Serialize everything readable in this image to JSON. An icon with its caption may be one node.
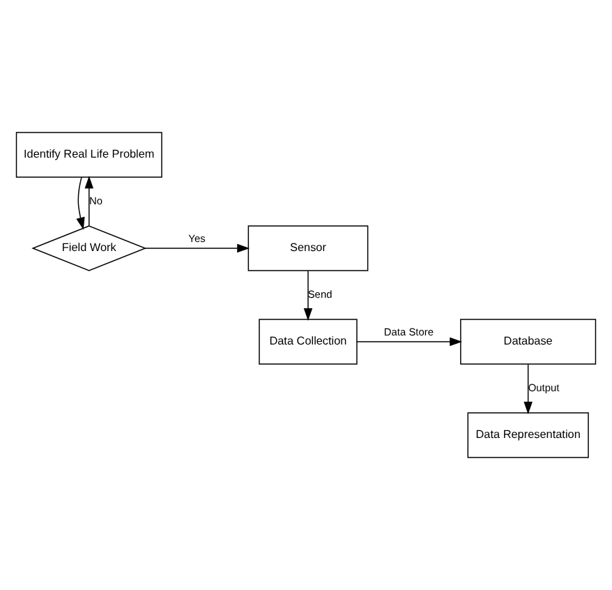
{
  "diagram": {
    "nodes": [
      {
        "text": [
          "Identify Real Life Problem"
        ]
      },
      {
        "text": [
          "Field Work"
        ]
      },
      {
        "text": [
          "Sensor"
        ]
      },
      {
        "text": [
          "Data Collection"
        ]
      },
      {
        "text": [
          "Database"
        ]
      },
      {
        "text": [
          "Data Representation"
        ]
      }
    ],
    "edges": [
      {
        "from": 0,
        "to": 1,
        "arrow": "to"
      },
      {
        "from": 1,
        "to": 0,
        "arrow": "to",
        "label": "No"
      },
      {
        "from": 1,
        "to": 2,
        "arrow": "to",
        "label": "Yes"
      },
      {
        "from": 2,
        "to": 3,
        "arrow": "to",
        "label": "Send"
      },
      {
        "from": 3,
        "to": 4,
        "arrow": "to",
        "label": "Data Store"
      },
      {
        "from": 4,
        "to": 5,
        "arrow": "to",
        "label": "Output"
      }
    ]
  }
}
